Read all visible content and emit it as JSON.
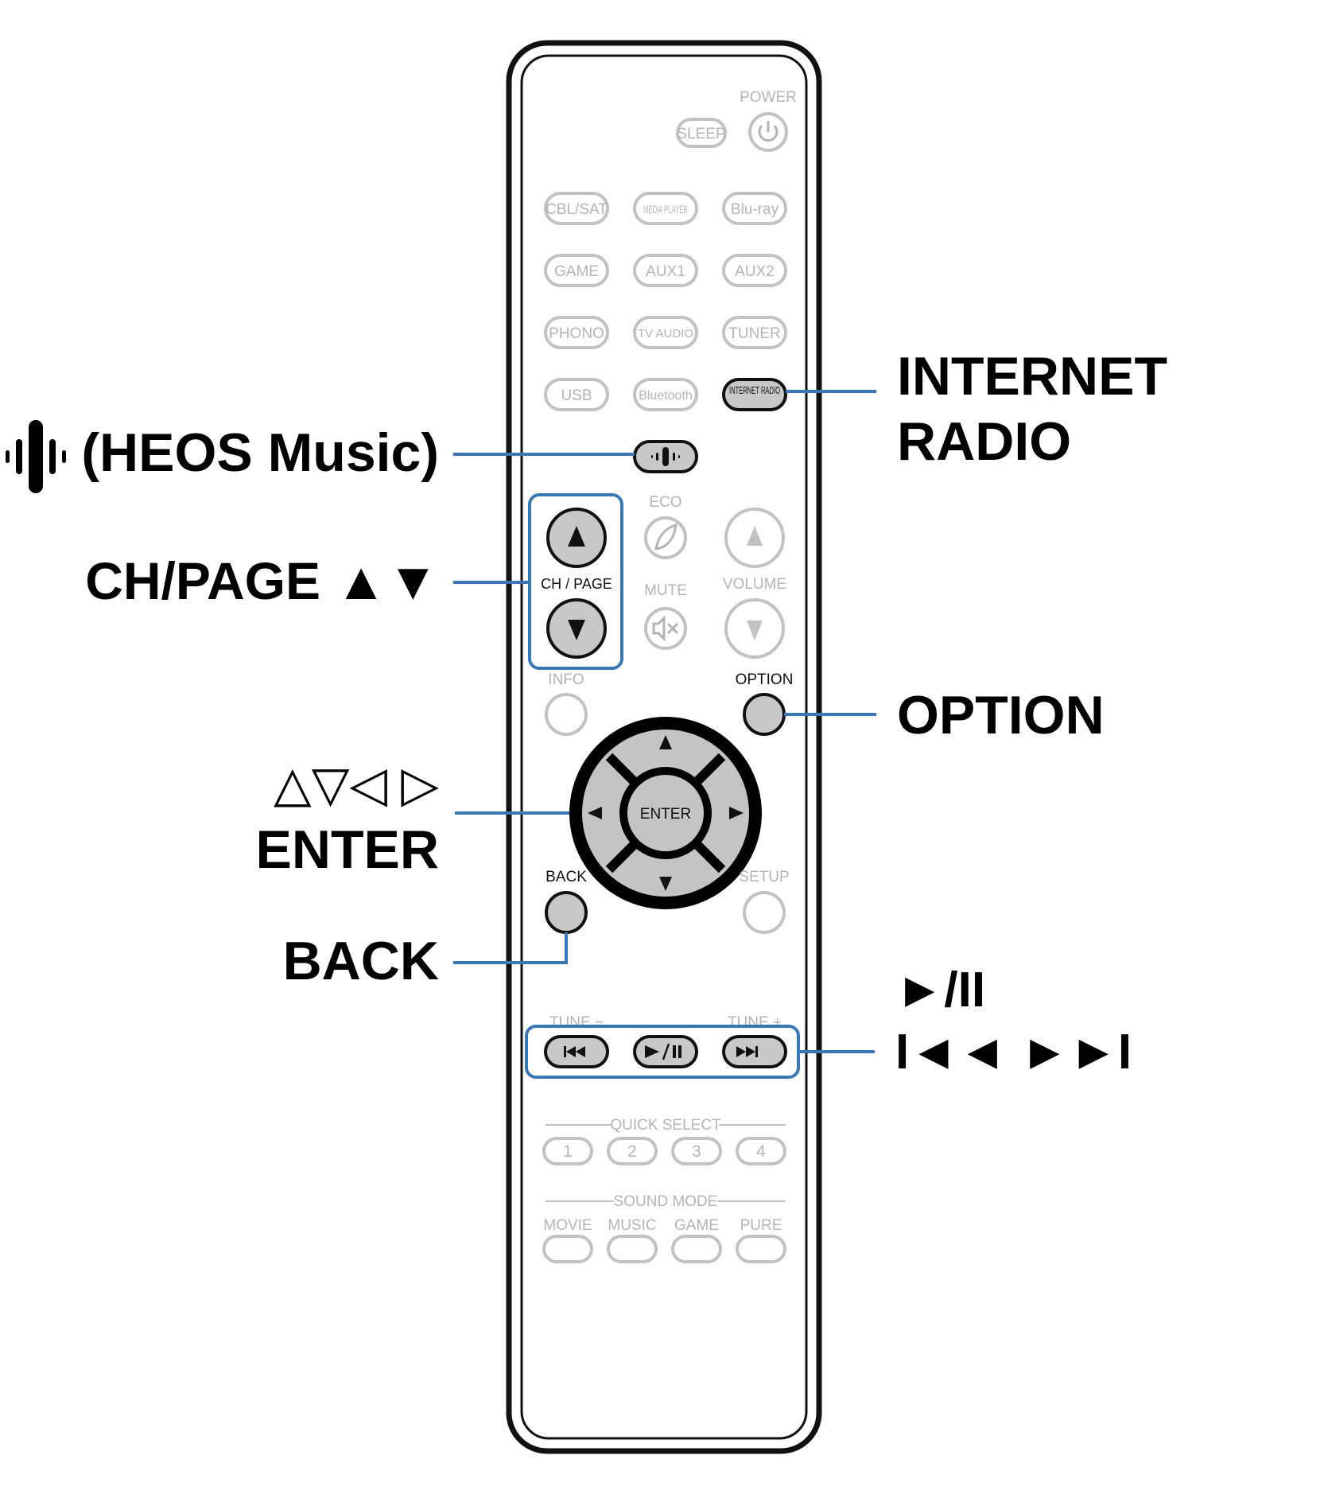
{
  "remote": {
    "top_row": {
      "power_label": "POWER",
      "sleep": "SLEEP"
    },
    "source_row1": [
      "CBL/SAT",
      "MEDIA PLAYER",
      "Blu-ray"
    ],
    "source_row2": [
      "GAME",
      "AUX1",
      "AUX2"
    ],
    "source_row3": [
      "PHONO",
      "TV AUDIO",
      "TUNER"
    ],
    "source_row4": [
      "USB",
      "Bluetooth",
      "INTERNET RADIO"
    ],
    "eco": "ECO",
    "ch_page": "CH / PAGE",
    "mute": "MUTE",
    "volume": "VOLUME",
    "info": "INFO",
    "option": "OPTION",
    "enter": "ENTER",
    "back": "BACK",
    "setup": "SETUP",
    "tune_minus": "TUNE −",
    "tune_plus": "TUNE +",
    "quick_select": "QUICK SELECT",
    "quick_numbers": [
      "1",
      "2",
      "3",
      "4"
    ],
    "sound_mode": "SOUND MODE",
    "sound_modes": [
      "MOVIE",
      "MUSIC",
      "GAME",
      "PURE"
    ]
  },
  "callouts": {
    "internet_radio": [
      "INTERNET",
      "RADIO"
    ],
    "heos_music": "(HEOS Music)",
    "ch_page": "CH/PAGE ▲▼",
    "option": "OPTION",
    "cursor": "△▽◁ ▷",
    "enter": "ENTER",
    "back": "BACK",
    "play_pause": "►/II",
    "skip": "I◄◄ ►►I"
  },
  "colors": {
    "accent": "#3a78b5",
    "active_fill": "#c8c8c8",
    "faint": "#c2c2c2"
  }
}
